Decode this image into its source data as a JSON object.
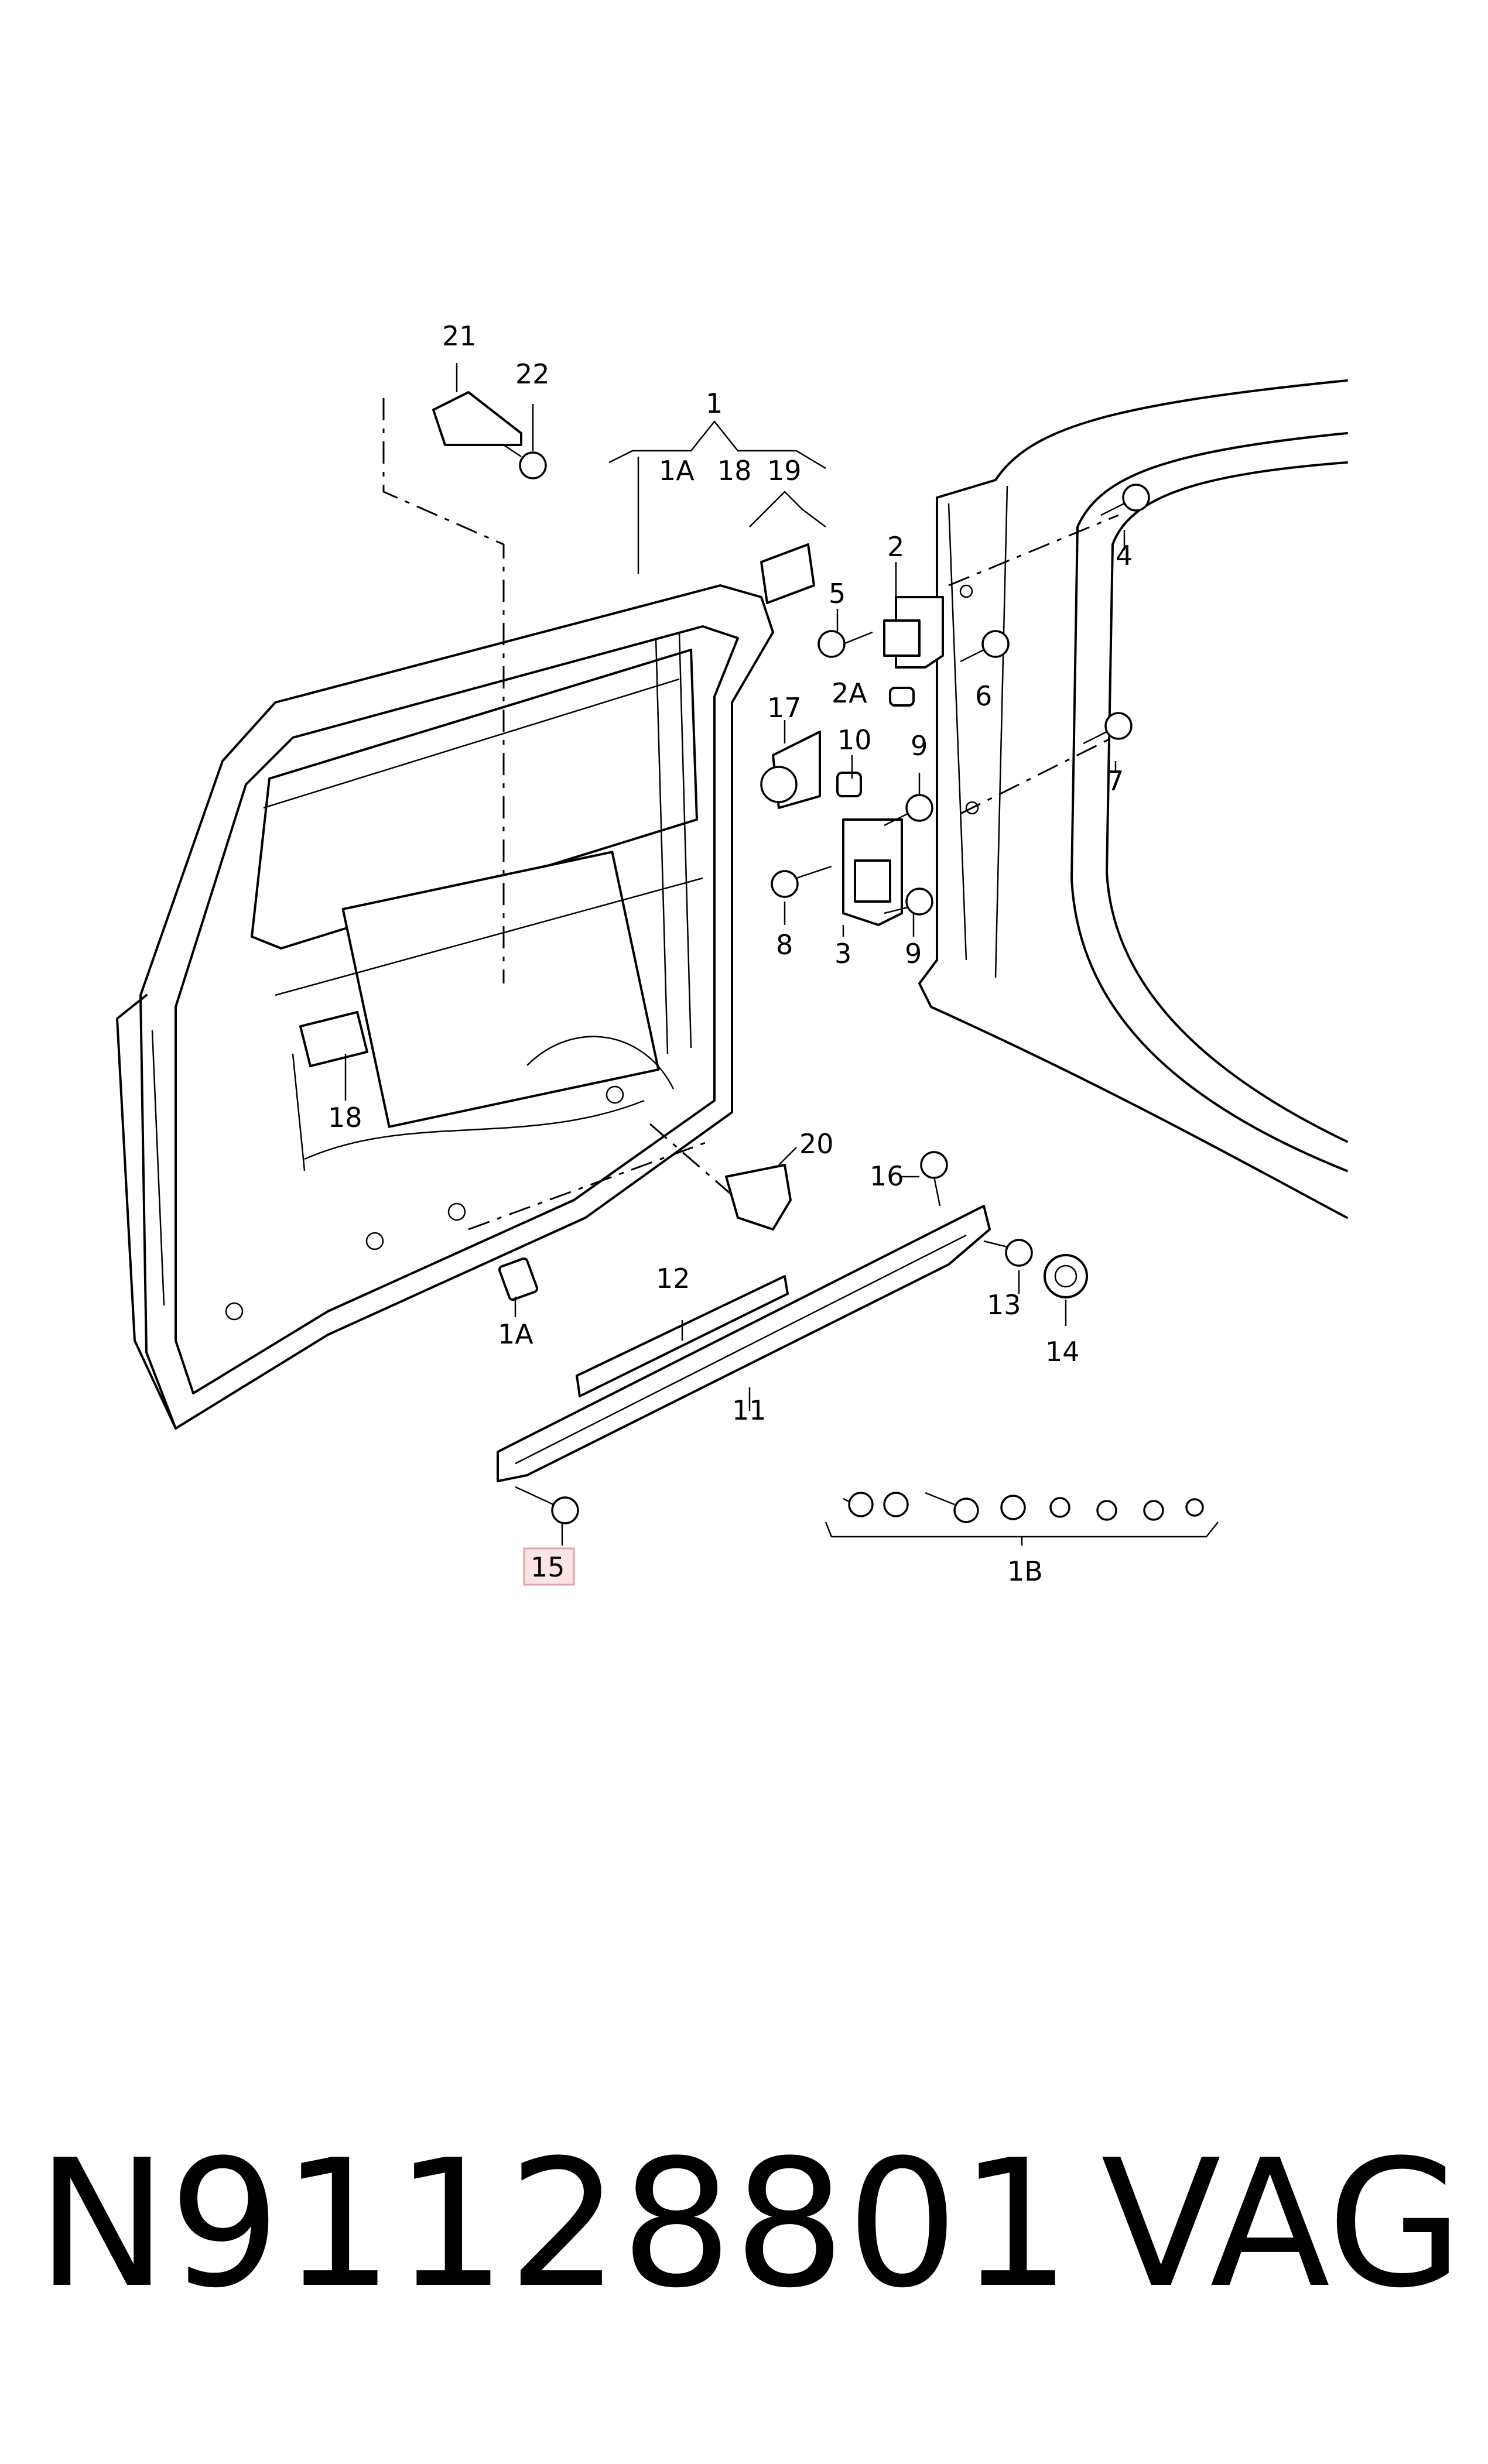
{
  "diagram": {
    "callouts": {
      "c1": "1",
      "c1A_top": "1A",
      "c18_top": "18",
      "c19": "19",
      "c21": "21",
      "c22": "22",
      "c2": "2",
      "c2A": "2A",
      "c3": "3",
      "c4": "4",
      "c5": "5",
      "c6": "6",
      "c7": "7",
      "c8": "8",
      "c9a": "9",
      "c9b": "9",
      "c10": "10",
      "c11": "11",
      "c12": "12",
      "c13": "13",
      "c14": "14",
      "c15": "15",
      "c16": "16",
      "c17": "17",
      "c18_bottom": "18",
      "c20": "20",
      "c1A_bottom": "1A",
      "c1B": "1B"
    },
    "highlight_color": "#e8a0a8",
    "highlight_fill": "#fbe3e6"
  },
  "footer": {
    "part_number": "N91128801",
    "brand": "VAG"
  }
}
